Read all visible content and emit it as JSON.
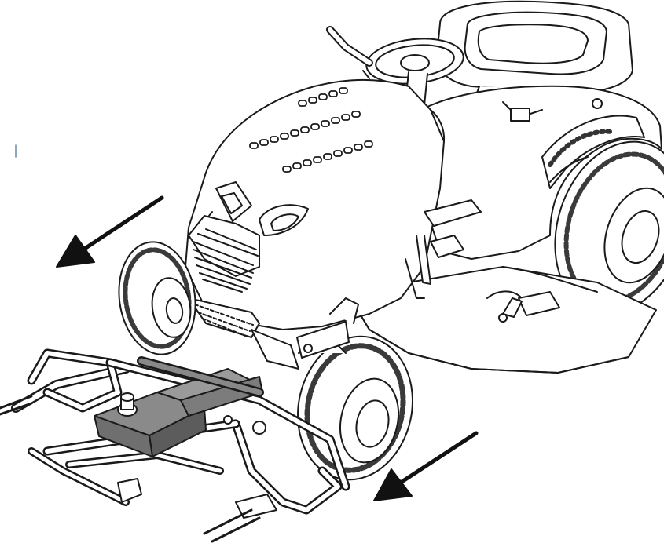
{
  "illustration": {
    "subject": "riding-lawn-mower",
    "attachment": "mower-deck-lift-frame",
    "arrows": [
      {
        "name": "arrow-upper-left",
        "direction": "down-left"
      },
      {
        "name": "arrow-lower",
        "direction": "down-left"
      }
    ]
  },
  "colors": {
    "line": "#1a1a1a",
    "fill": "#ffffff",
    "gray_part": "#8a8a8a",
    "gray_dark": "#5c5c5c",
    "tire_tread": "#3a3a3a"
  }
}
